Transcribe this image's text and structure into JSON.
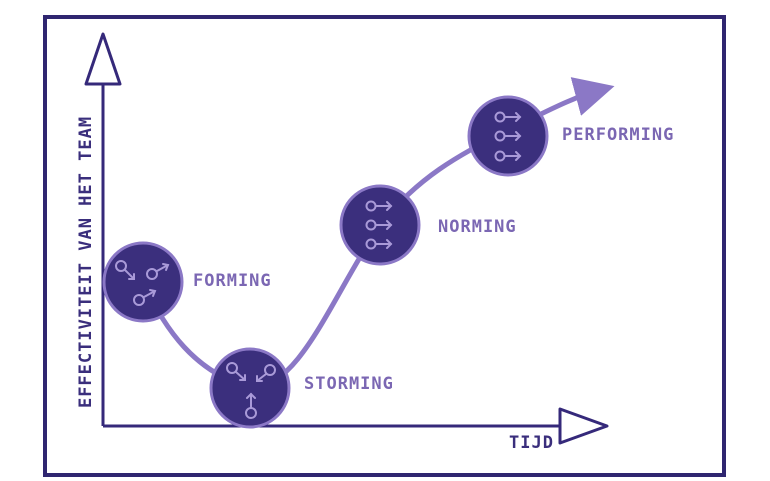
{
  "colors": {
    "frame": "#2f2670",
    "axis": "#35297a",
    "curve": "#8b78c6",
    "node_fill": "#3b2f7d",
    "node_stroke": "#8b78c6",
    "node_icon": "#a99ad8",
    "stage_label": "#7b67b3"
  },
  "axes": {
    "y_label": "EFFECTIVITEIT VAN HET TEAM",
    "x_label": "TIJD"
  },
  "stages": [
    {
      "label": "FORMING",
      "icon": "scattered-people-icon"
    },
    {
      "label": "STORMING",
      "icon": "converging-people-icon"
    },
    {
      "label": "NORMING",
      "icon": "aligned-people-icon"
    },
    {
      "label": "PERFORMING",
      "icon": "aligned-people-icon"
    }
  ]
}
